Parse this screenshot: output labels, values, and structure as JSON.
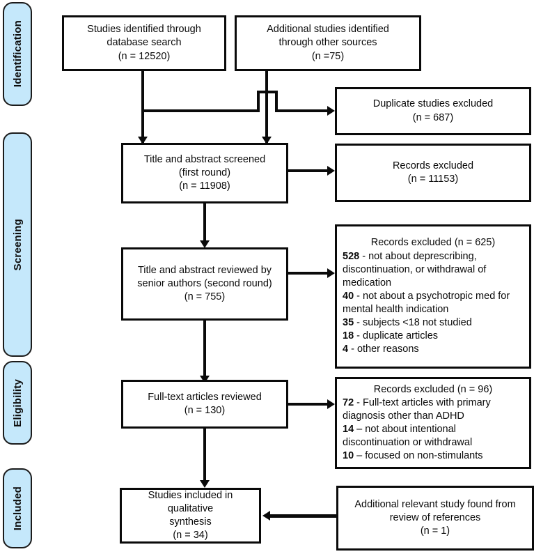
{
  "diagram": {
    "title": "PRISMA study selection flow diagram",
    "accent_color": "#c5e8fb",
    "line_color": "#0a0a0a"
  },
  "stages": [
    {
      "id": "identification",
      "label": "Identification"
    },
    {
      "id": "screening",
      "label": "Screening"
    },
    {
      "id": "eligibility",
      "label": "Eligibility"
    },
    {
      "id": "included",
      "label": "Included"
    }
  ],
  "nodes": {
    "database_search": {
      "line1": "Studies identified through",
      "line2": "database search",
      "line3": "(n = 12520)"
    },
    "other_sources": {
      "line1": "Additional studies identified",
      "line2": "through other sources",
      "line3": "(n =75)"
    },
    "duplicates_excluded": {
      "line1": "Duplicate studies excluded",
      "line2": "(n = 687)"
    },
    "screened_first": {
      "line1": "Title and abstract screened",
      "line2": "(first round)",
      "line3": "(n = 11908)"
    },
    "records_excluded_first": {
      "line1": "Records excluded",
      "line2": "(n = 11153)"
    },
    "reviewed_second": {
      "line1": "Title and abstract reviewed by",
      "line2": "senior authors (second round)",
      "line3": "(n = 755)"
    },
    "records_excluded_second": {
      "header": "Records excluded (n = 625)",
      "reasons": [
        {
          "count": "528",
          "text": " - not about deprescribing, discontinuation, or withdrawal of medication"
        },
        {
          "count": "40",
          "text": " - not about a psychotropic med for mental health indication"
        },
        {
          "count": "35",
          "text": " - subjects <18 not studied"
        },
        {
          "count": "18",
          "text": " - duplicate articles"
        },
        {
          "count": "4",
          "text": " - other reasons"
        }
      ]
    },
    "fulltext_reviewed": {
      "line1": "Full-text articles reviewed",
      "line2": "(n = 130)"
    },
    "records_excluded_fulltext": {
      "header": "Records excluded (n = 96)",
      "reasons": [
        {
          "count": "72",
          "text": " - Full-text articles with primary diagnosis other than ADHD"
        },
        {
          "count": "14",
          "text": " – not about intentional discontinuation or withdrawal"
        },
        {
          "count": "10",
          "text": " – focused on non-stimulants"
        }
      ]
    },
    "included_synthesis": {
      "line1": "Studies included in qualitative",
      "line2": "synthesis",
      "line3": "(n = 34)"
    },
    "additional_relevant": {
      "line1": "Additional relevant study found from",
      "line2": "review of references",
      "line3": "(n = 1)"
    }
  }
}
